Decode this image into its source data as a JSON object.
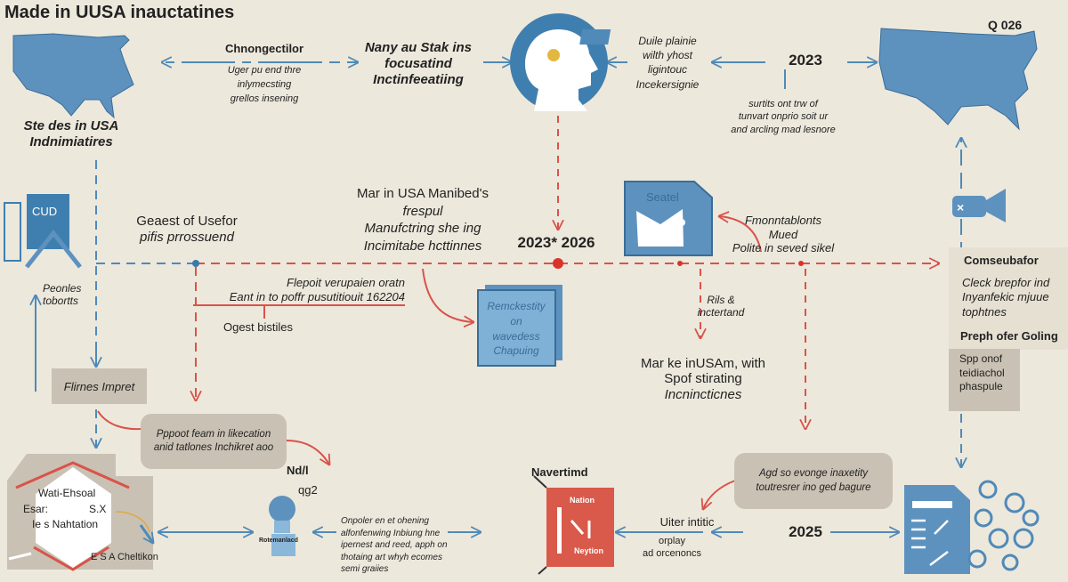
{
  "title": "Made in UUSA inauctatines",
  "colors": {
    "background": "#ede8dc",
    "blue": "#4f8ab8",
    "red": "#d9534a",
    "gray_box": "#c9c1b3"
  },
  "top": {
    "left_map_label": [
      "Ste des  in USA",
      "Indnimiatires"
    ],
    "connector_title": "Chnongectilor",
    "connector_text": [
      "Uger pu end thre",
      "inlymecsting",
      "grellos insening"
    ],
    "center_heading": [
      "Nany au Stak ins",
      "focusatind",
      "Inctinfeeatiing"
    ],
    "head_text": [
      "Duile plainie",
      "wilth yhost",
      "ligintouc",
      "Incekersignie"
    ],
    "year_2023": "2023",
    "year_2023_text": [
      "surtits ont trw of",
      "tunvart onprio soit ur",
      "and arcling mad lesnore"
    ],
    "right_map_label": "Q 026"
  },
  "middle": {
    "cud_icon_label": "CUD",
    "gaest": [
      "Geaest of Usefor",
      "pifis prrossuend"
    ],
    "mar_in_usa": [
      "Mar in USA Manibed's",
      "frespul",
      "Manufctring she ing",
      "Incimitabe hcttinnes"
    ],
    "timeline_years": "2023* 2026",
    "mail_icon_label": "Seatel",
    "fmonn": [
      "Fmonntablonts",
      "Mued",
      "Polite in seved sikel"
    ],
    "right_col": {
      "heading": "Comseubafor",
      "text": [
        "Cleck brepfor ind",
        "Inyanfekic mjuue",
        "tophtnes"
      ],
      "subheading": "Preph ofer Goling",
      "box": [
        "Spp onof",
        "teidiachol",
        "phaspule"
      ]
    },
    "peonles": [
      "Peonles",
      "tobortts"
    ],
    "flepoit": [
      "Flepoit verupaien oratn",
      "Eant in to poffr pusutitiouit 162204"
    ],
    "ogest": "Ogest bistiles",
    "blue_box": [
      "Remckestity",
      "on",
      "wavedess",
      "Chapuing"
    ],
    "rils": [
      "Rils &",
      "inctertand"
    ],
    "marke": [
      "Mar ke inUSAm, with",
      "Spof stirating",
      "Incnincticnes"
    ],
    "flirnes": "Flirnes Impret",
    "pppoot": [
      "Pppoot feam in likecation",
      "anid tatlones Inchikret aoo"
    ]
  },
  "bottom": {
    "house": {
      "line1": "Wati-Ehsoal",
      "esar": "Esar:",
      "sx": "S.X",
      "line3": "Ie s Nahtation",
      "footer": "E S A Cheltikon"
    },
    "nda": "Nd/l",
    "qg2": "qg2",
    "bulb_label": "Rotemanlacd",
    "onpoler": [
      "Onpoler en et ohening",
      "alfonfenwing Inbiung hne",
      "ipernest and reed, apph on",
      "thotaing art whyh ecomes",
      "semi graiies"
    ],
    "navertimd": "Navertimd",
    "red_book": {
      "top": "Nation",
      "bottom": "Neytion"
    },
    "uiter": "Uiter intitic",
    "orplay": [
      "orplay",
      "ad orcenoncs"
    ],
    "year_2025": "2025",
    "agd": [
      "Agd so evonge inaxetity",
      "toutresrer ino ged bagure"
    ]
  }
}
